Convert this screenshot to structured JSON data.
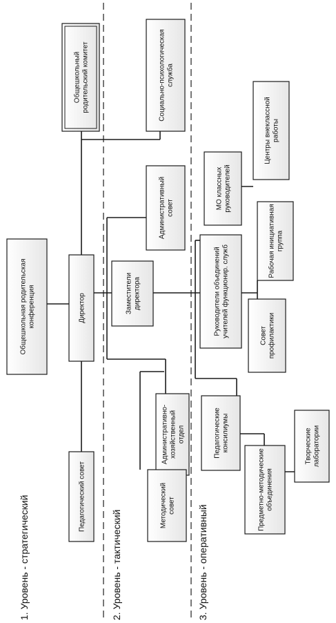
{
  "levels": {
    "strategic": "1. Уровень - стратегический",
    "tactical": "2. Уровень - тактический",
    "operational": "3. Уровень - оперативный"
  },
  "nodes": {
    "conference": [
      "Общешкольная родительская",
      "конференция"
    ],
    "director": [
      "Директор"
    ],
    "ped_council": [
      "Педагогический совет"
    ],
    "parent_committee": [
      "Общешкольный",
      "родительский комитет"
    ],
    "social_service": [
      "Социально-психологическая",
      "служба"
    ],
    "admin_council": [
      "Административный",
      "совет"
    ],
    "deputies": [
      "Заместители",
      "директора"
    ],
    "ahd": [
      "Административно-",
      "хозяйственный",
      "отдел"
    ],
    "method_council": [
      "Методический",
      "совет"
    ],
    "mo_class": [
      "МО классных",
      "руководителей"
    ],
    "extra_centers": [
      "Центры внеклассной",
      "работы"
    ],
    "initiative_group": [
      "Рабочая инициативная",
      "группа"
    ],
    "heads_assoc": [
      "Руководители объединений",
      "учителей функционир. служб"
    ],
    "prevention": [
      "Совет",
      "профилактики"
    ],
    "ped_consilium": [
      "Педагогические",
      "консилиумы"
    ],
    "subject_assoc": [
      "Предметно-методические",
      "объединения"
    ],
    "creative_labs": [
      "Творческие",
      "лаборатории"
    ]
  }
}
